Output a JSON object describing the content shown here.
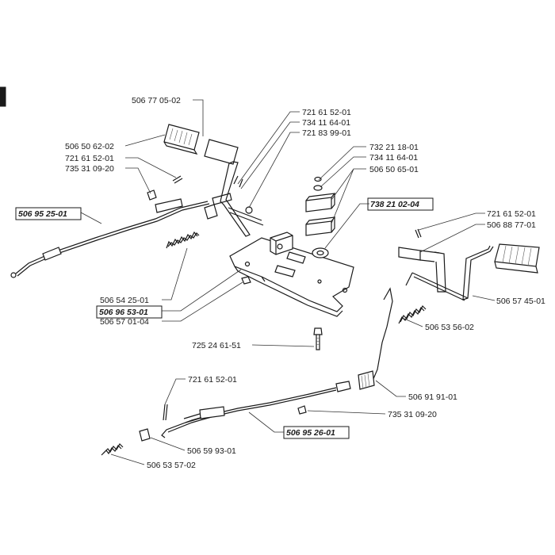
{
  "labels": [
    {
      "id": "l1",
      "text": "506 77 05-02"
    },
    {
      "id": "l2",
      "text": "721 61 52-01"
    },
    {
      "id": "l3",
      "text": "734 11 64-01"
    },
    {
      "id": "l4",
      "text": "721 83 99-01"
    },
    {
      "id": "l5",
      "text": "506 50 62-02"
    },
    {
      "id": "l6",
      "text": "721 61 52-01"
    },
    {
      "id": "l7",
      "text": "735 31 09-20"
    },
    {
      "id": "l8",
      "text": "732 21 18-01"
    },
    {
      "id": "l9",
      "text": "734 11 64-01"
    },
    {
      "id": "l10",
      "text": "506 50 65-01"
    },
    {
      "id": "l11",
      "text": "738 21 02-04",
      "boxed": true
    },
    {
      "id": "l12",
      "text": "506 95 25-01",
      "boxed": true
    },
    {
      "id": "l13",
      "text": "721 61 52-01"
    },
    {
      "id": "l14",
      "text": "506 88 77-01"
    },
    {
      "id": "l15",
      "text": "506 57 45-01"
    },
    {
      "id": "l16",
      "text": "506 54 25-01"
    },
    {
      "id": "l17",
      "text": "506 96 53-01",
      "boxed": true
    },
    {
      "id": "l18",
      "text": "506 57 01-04"
    },
    {
      "id": "l19",
      "text": "506 53 56-02"
    },
    {
      "id": "l20",
      "text": "725 24 61-51"
    },
    {
      "id": "l21",
      "text": "721 61 52-01"
    },
    {
      "id": "l22",
      "text": "506 91 91-01"
    },
    {
      "id": "l23",
      "text": "735 31 09-20"
    },
    {
      "id": "l24",
      "text": "506 95 26-01",
      "boxed": true
    },
    {
      "id": "l25",
      "text": "506 59 93-01"
    },
    {
      "id": "l26",
      "text": "506 53 57-02"
    }
  ]
}
